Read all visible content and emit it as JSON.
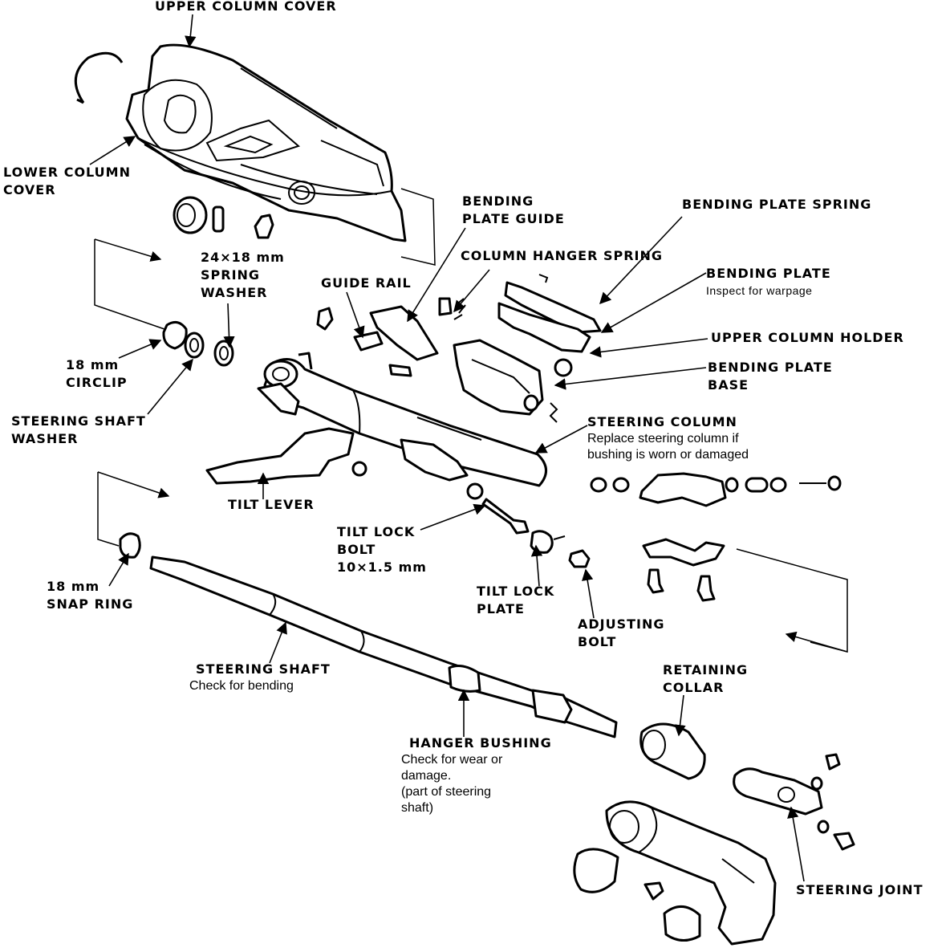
{
  "labels": {
    "upper_column_cover": "UPPER COLUMN COVER",
    "lower_column_cover_1": "LOWER COLUMN",
    "lower_column_cover_2": "COVER",
    "spring_washer_1": "24×18 mm",
    "spring_washer_2": "SPRING",
    "spring_washer_3": "WASHER",
    "circlip_1": "18 mm",
    "circlip_2": "CIRCLIP",
    "shaft_washer_1": "STEERING SHAFT",
    "shaft_washer_2": "WASHER",
    "guide_rail": "GUIDE RAIL",
    "plate_guide_1": "BENDING",
    "plate_guide_2": "PLATE GUIDE",
    "hanger_spring": "COLUMN HANGER SPRING",
    "plate_spring": "BENDING PLATE SPRING",
    "bending_plate": "BENDING PLATE",
    "bending_plate_note": "Inspect for warpage",
    "upper_holder": "UPPER COLUMN HOLDER",
    "plate_base_1": "BENDING PLATE",
    "plate_base_2": "BASE",
    "steering_column": "STEERING COLUMN",
    "steering_column_note_1": "Replace steering column if",
    "steering_column_note_2": "bushing is worn or damaged",
    "tilt_lever": "TILT LEVER",
    "tilt_lock_bolt_1": "TILT LOCK",
    "tilt_lock_bolt_2": "BOLT",
    "tilt_lock_bolt_3": "10×1.5 mm",
    "tilt_lock_plate_1": "TILT LOCK",
    "tilt_lock_plate_2": "PLATE",
    "adjusting_bolt_1": "ADJUSTING",
    "adjusting_bolt_2": "BOLT",
    "snap_ring_1": "18 mm",
    "snap_ring_2": "SNAP RING",
    "steering_shaft": "STEERING SHAFT",
    "steering_shaft_note": "Check for bending",
    "retaining_collar_1": "RETAINING",
    "retaining_collar_2": "COLLAR",
    "hanger_bushing": "HANGER BUSHING",
    "hanger_bushing_note_1": "Check for wear or",
    "hanger_bushing_note_2": "damage.",
    "hanger_bushing_note_3": "(part of steering",
    "hanger_bushing_note_4": "shaft)",
    "steering_joint": "STEERING JOINT"
  }
}
